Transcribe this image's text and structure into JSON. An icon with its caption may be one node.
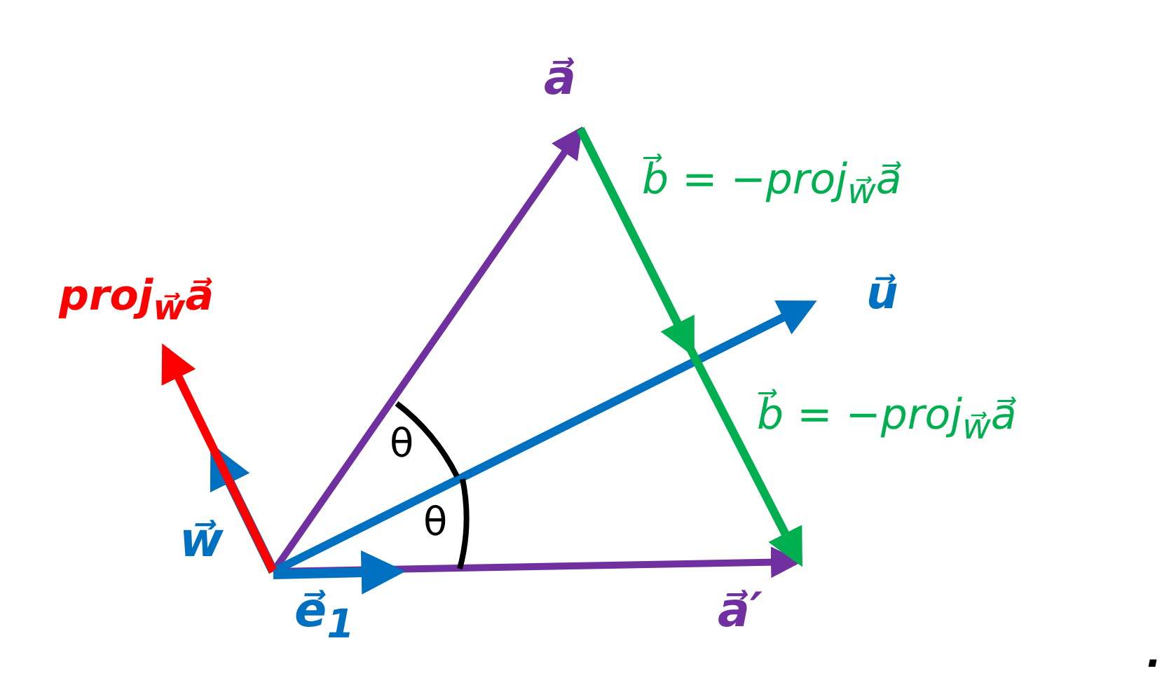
{
  "diagram": {
    "labels": [
      "a⃗",
      "b⃗ = −proj$_{w⃗}$a⃗",
      "proj$_{w⃗}$a⃗",
      "u⃗",
      "b⃗ = −proj$_{w⃗}$a⃗",
      "θ",
      "θ",
      "w⃗",
      "a⃗′",
      "e⃗$_{1}$",
      "."
    ]
  }
}
